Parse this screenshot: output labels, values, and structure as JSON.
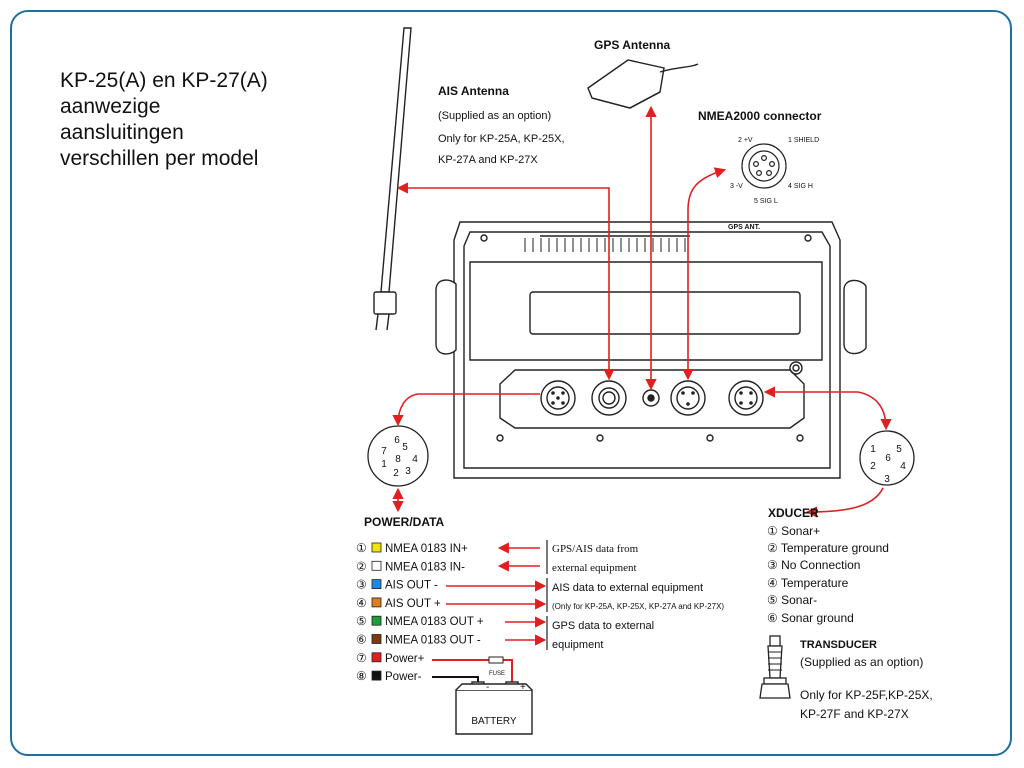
{
  "colors": {
    "frame": "#1f6f9f",
    "arrow": "#e02020",
    "line": "#222222"
  },
  "title_lines": [
    "KP-25(A) en KP-27(A)",
    "aanwezige",
    "aansluitingen",
    "verschillen per model"
  ],
  "gps": {
    "title": "GPS Antenna"
  },
  "ais": {
    "title": "AIS Antenna",
    "note": "(Supplied as an option)",
    "line1": "Only for KP-25A, KP-25X,",
    "line2": "KP-27A and KP-27X"
  },
  "nmea2000": {
    "title": "NMEA2000 connector",
    "pin1": "1 SHIELD",
    "pin2": "2 +V",
    "pin3": "3 -V",
    "pin4": "4 SIG H",
    "pin5": "5 SIG L"
  },
  "unit_label": "GPS ANT.",
  "power_pins": [
    "6",
    "5",
    "4",
    "7",
    "8",
    "3",
    "1",
    "2"
  ],
  "xducer_pins": [
    "1",
    "5",
    "2",
    "6",
    "4",
    "3"
  ],
  "power_data": {
    "title": "POWER/DATA",
    "rows": [
      {
        "num": "①",
        "label": "NMEA 0183 IN+",
        "color": "#f2e600"
      },
      {
        "num": "②",
        "label": "NMEA 0183 IN-",
        "color": "#ffffff"
      },
      {
        "num": "③",
        "label": "AIS OUT -",
        "color": "#1e88e5"
      },
      {
        "num": "④",
        "label": "AIS OUT +",
        "color": "#e07b20"
      },
      {
        "num": "⑤",
        "label": "NMEA 0183 OUT +",
        "color": "#1f9e3a"
      },
      {
        "num": "⑥",
        "label": "NMEA 0183 OUT -",
        "color": "#7a3b10"
      },
      {
        "num": "⑦",
        "label": "Power+",
        "color": "#e02020"
      },
      {
        "num": "⑧",
        "label": "Power-",
        "color": "#111111"
      }
    ],
    "group1_line1": "GPS/AIS data from",
    "group1_line2": "external equipment",
    "group2_line1": "AIS data to external equipment",
    "group2_line2": "(Only for KP-25A, KP-25X, KP-27A and KP-27X)",
    "group3_line1": "GPS data to external",
    "group3_line2": "equipment",
    "fuse": "FUSE",
    "battery": "BATTERY",
    "minus": "-",
    "plus": "+"
  },
  "xducer": {
    "title": "XDUCER",
    "rows": [
      "① Sonar+",
      "② Temperature ground",
      "③ No Connection",
      "④ Temperature",
      "⑤ Sonar-",
      "⑥ Sonar ground"
    ]
  },
  "transducer": {
    "title": "TRANSDUCER",
    "note": "(Supplied as an option)",
    "line1": "Only for KP-25F,KP-25X,",
    "line2": "KP-27F and KP-27X"
  }
}
